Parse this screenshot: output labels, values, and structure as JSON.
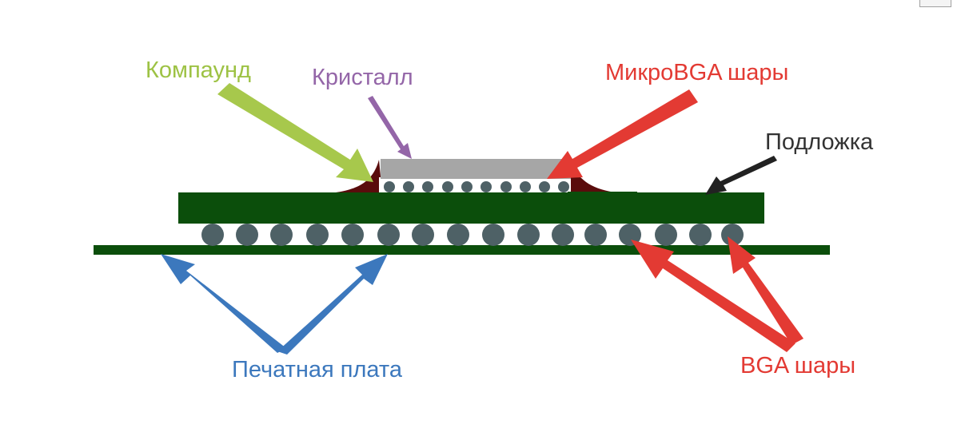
{
  "labels": {
    "compound": "Компаунд",
    "crystal": "Кристалл",
    "micro_bga": "МикроBGA шары",
    "substrate": "Подложка",
    "pcb": "Печатная плата",
    "bga": "BGA шары"
  },
  "colors": {
    "compound_label": "#9dc244",
    "compound_arrow": "#a7c84c",
    "crystal_label": "#9466a8",
    "crystal_arrow": "#9466a8",
    "red": "#e33a33",
    "substrate_label": "#333333",
    "pcb_label": "#3c78bd",
    "pcb_arrow": "#3c78bd",
    "board_green": "#0b4e0b",
    "ball": "#4e6166",
    "die": "#a6a6a6",
    "underfill": "#5a0c0c"
  }
}
